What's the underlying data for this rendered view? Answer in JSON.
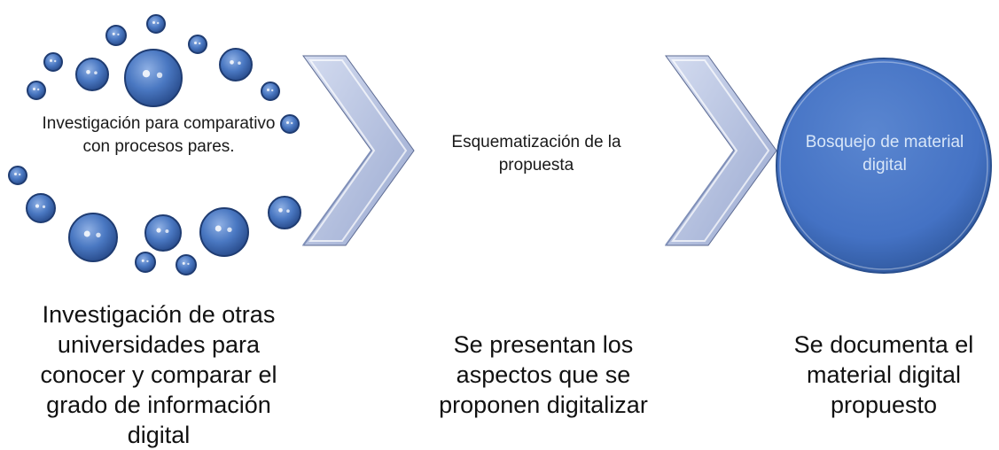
{
  "steps": [
    {
      "text": "Investigación para comparativo con procesos pares.",
      "caption": "Investigación de otras universidades para conocer y comparar el grado de información digital"
    },
    {
      "text": "Esquematización de la propuesta",
      "caption": "Se presentan los aspectos que se proponen digitalizar"
    },
    {
      "text": "Bosquejo de material digital",
      "caption": "Se documenta el material digital propuesto"
    }
  ],
  "colors": {
    "bubble": "#3f6fb8",
    "bubble_dark": "#2a4f8e",
    "chevron": "#b9c6e4",
    "chevron_shade": "#8f9fc6",
    "circle": "#4472c4",
    "circle_text": "#d8e6f8"
  }
}
